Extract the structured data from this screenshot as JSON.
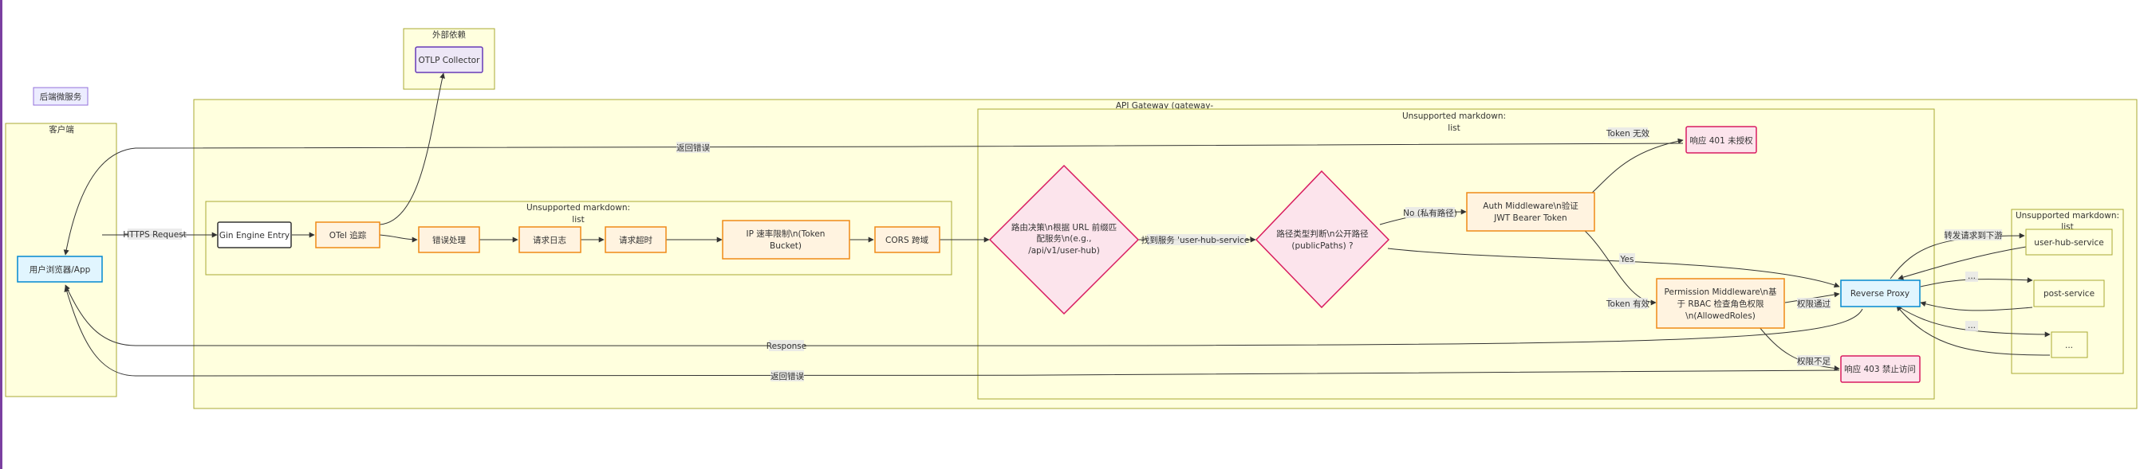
{
  "groups": {
    "client": "客户端",
    "external": "外部依赖",
    "gateway": "API Gateway (gateway-",
    "middleware_group": [
      "Unsupported markdown:",
      "list"
    ],
    "routing_group": [
      "Unsupported markdown:",
      "list"
    ],
    "backend_group": [
      "Unsupported markdown:",
      "list"
    ]
  },
  "legend": {
    "backend_services": "后端微服务"
  },
  "nodes": {
    "browser": "用户浏览器/App",
    "otlp": "OTLP Collector",
    "gin": "Gin Engine Entry",
    "otel": "OTel 追踪",
    "error": "错误处理",
    "log": "请求日志",
    "timeout": "请求超时",
    "ratelimit": [
      "IP 速率限制\\n(Token",
      "Bucket)"
    ],
    "cors": "CORS 跨域",
    "route_decision": [
      "路由决策\\n根据 URL 前缀匹",
      "配服务\\n(e.g.,",
      "/api/v1/user-hub)"
    ],
    "path_type": [
      "路径类型判断\\n公开路径",
      "(publicPaths) ?"
    ],
    "auth": [
      "Auth Middleware\\n验证",
      "JWT Bearer Token"
    ],
    "permission": [
      "Permission Middleware\\n基",
      "于 RBAC 检查角色权限",
      "\\n(AllowedRoles)"
    ],
    "reverse_proxy": "Reverse Proxy",
    "resp401": "响应 401 未授权",
    "resp403": "响应 403 禁止访问",
    "user_hub": "user-hub-service",
    "post": "post-service",
    "more": "..."
  },
  "edges": {
    "https_request": "HTTPS Request",
    "return_error_top": "返回错误",
    "return_error_bottom": "返回错误",
    "response": "Response",
    "found_service": "找到服务 'user-hub-service'",
    "no_private": "No (私有路径)",
    "yes": "Yes",
    "token_invalid": "Token 无效",
    "token_valid": "Token 有效",
    "perm_pass": "权限通过",
    "perm_fail": "权限不足",
    "forward": "转发请求到下游",
    "dots1": "...",
    "dots2": "..."
  },
  "colors": {
    "group_fill": "#ffffde",
    "group_stroke": "#aaaa33",
    "orange_stroke": "#ef8a17",
    "pink_stroke": "#d81b60",
    "blue_stroke": "#0288d1",
    "purple_stroke": "#673ab7",
    "page_border": "#7b3fa0"
  }
}
